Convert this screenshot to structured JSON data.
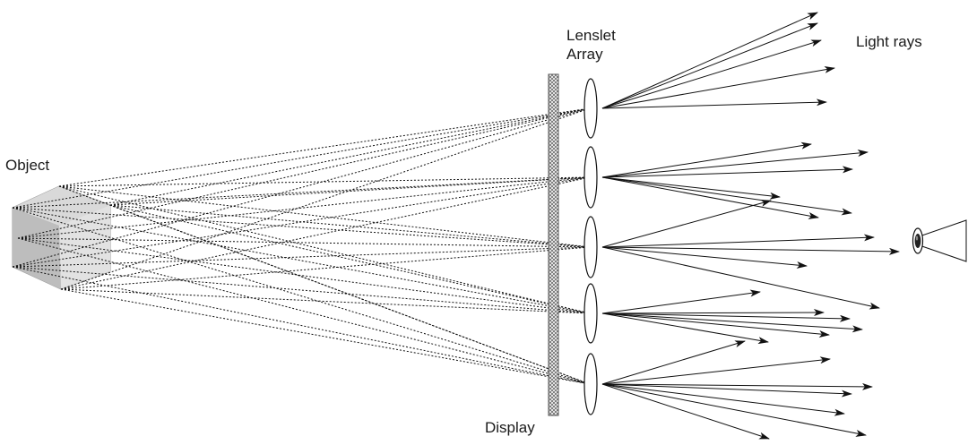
{
  "labels": {
    "object": "Object",
    "lenslet_array_line1": "Lenslet",
    "lenslet_array_line2": "Array",
    "display": "Display",
    "light_rays": "Light rays"
  },
  "colors": {
    "object_cube_front": "#b9b9b9",
    "object_cube_side": "#d4d4d4",
    "display_panel": "#8c8c8c",
    "lines": "#111111"
  },
  "icons": {
    "viewer": "eye-icon",
    "object": "cube-icon"
  }
}
